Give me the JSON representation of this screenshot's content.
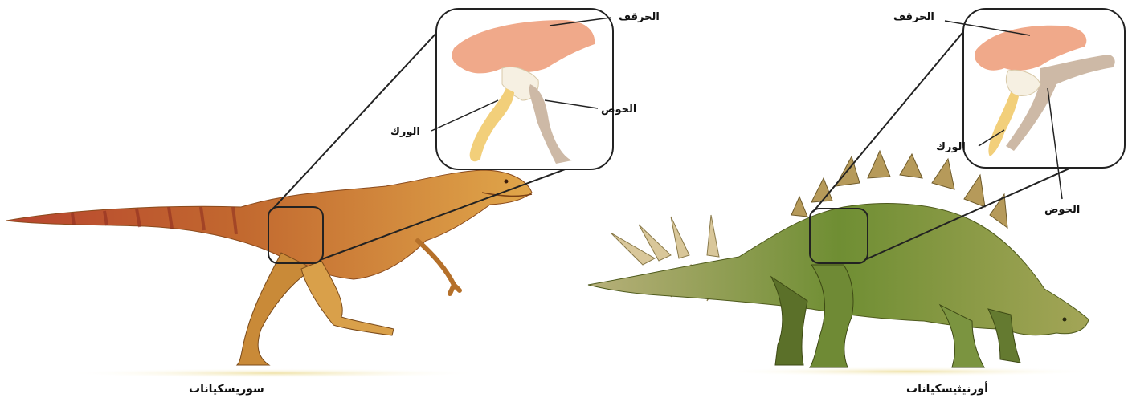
{
  "saurischian": {
    "caption": "سوريسكيانات",
    "labels": {
      "ilium": "الحرقف",
      "pubis": "الحوض",
      "ischium": "الورك"
    }
  },
  "ornithischian": {
    "caption": "أورنيثيسكيانات",
    "labels": {
      "ilium": "الحرقف",
      "pubis": "الحوض",
      "ischium": "الورك"
    }
  },
  "colors": {
    "ilium": "#f0a98a",
    "pubis": "#cdb9a6",
    "ischium": "#f2cf7a",
    "saurischian_body": "#d99a3a",
    "ornithischian_body": "#7f9a3a",
    "ground": "#f1e6b8"
  }
}
